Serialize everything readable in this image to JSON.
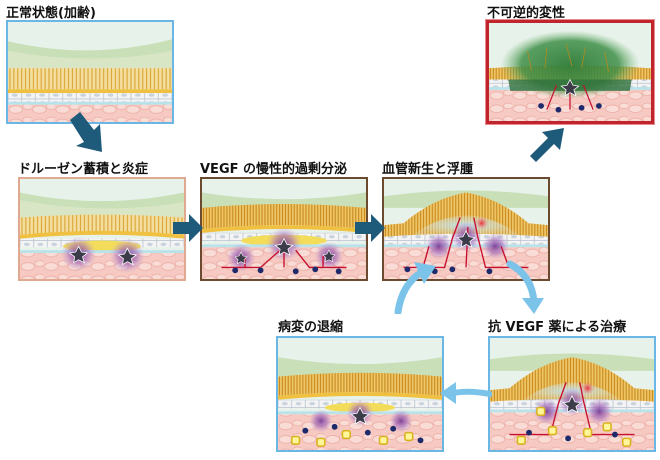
{
  "stages": {
    "normal": {
      "title": "正常状態(加齢)"
    },
    "drusen": {
      "title": "ドルーゼン蓄積と炎症"
    },
    "vegf": {
      "title": "VEGF の慢性的過剰分泌"
    },
    "neovasc": {
      "title": "血管新生と浮腫"
    },
    "irreversible": {
      "title": "不可逆的変性"
    },
    "treatment": {
      "title": "抗 VEGF 薬による治療"
    },
    "regression": {
      "title": "病変の退縮"
    }
  },
  "colors": {
    "flow_arrow": "#1e5a7a",
    "feedback_arrow": "#7cc3ea",
    "irreversible_frame": "#c0242c",
    "drusen_frame": "#e0a98f",
    "vegf_frame": "#6b4a30",
    "normal_frame": "#6ab7e6"
  }
}
